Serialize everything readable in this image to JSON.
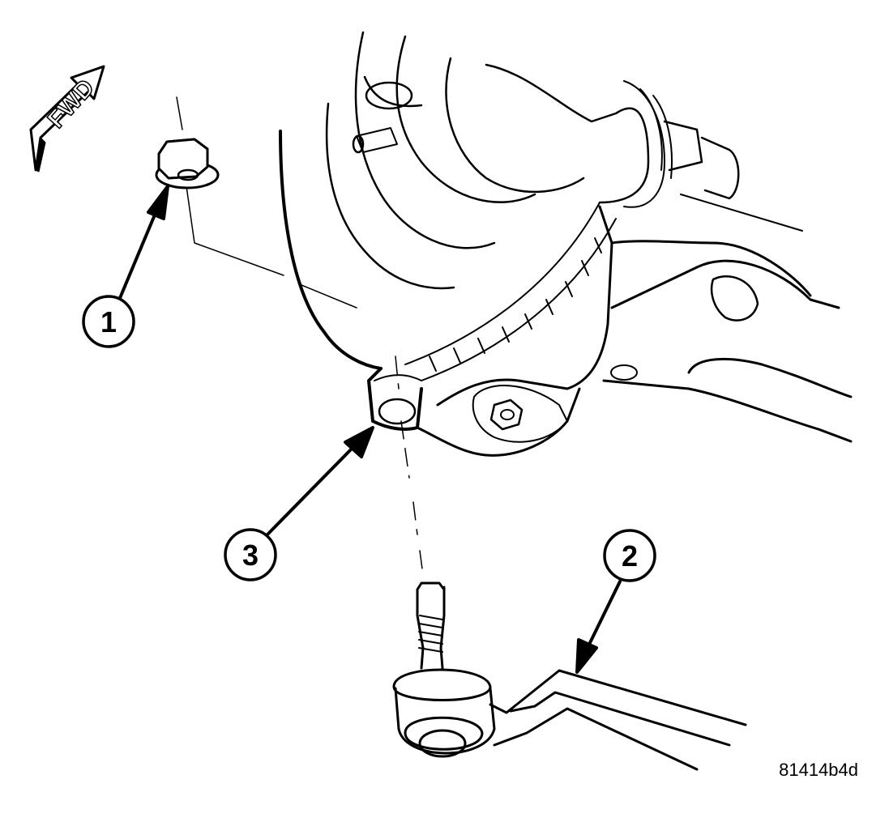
{
  "direction_label": "FWD",
  "callouts": [
    {
      "id": "callout-1",
      "label": "1"
    },
    {
      "id": "callout-2",
      "label": "2"
    },
    {
      "id": "callout-3",
      "label": "3"
    }
  ],
  "figure_id": "81414b4d",
  "colors": {
    "ink": "#000000",
    "paper": "#ffffff"
  }
}
